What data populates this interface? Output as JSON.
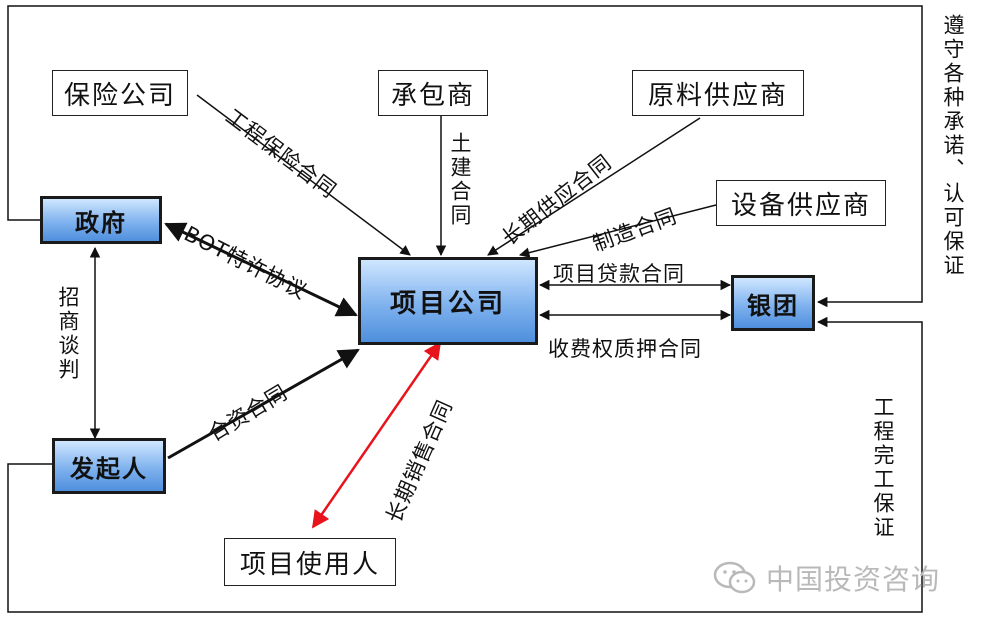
{
  "nodes": {
    "insurance": "保险公司",
    "contractor": "承包商",
    "raw_supplier": "原料供应商",
    "equipment_supplier": "设备供应商",
    "government": "政府",
    "project_company": "项目公司",
    "bank_group": "银团",
    "sponsor": "发起人",
    "project_user": "项目使用人"
  },
  "edges": {
    "engineering_insurance": "工程保险合同",
    "civil_construction": "土建合同",
    "long_term_supply": "长期供应合同",
    "manufacturing": "制造合同",
    "bot_concession": "BOT特许协议",
    "project_loan": "项目贷款合同",
    "toll_pledge": "收费权质押合同",
    "investment_negotiation": "招商谈判",
    "joint_venture": "合资合同",
    "long_term_sales": "长期销售合同",
    "commitments_guarantee": "遵守各种承诺、认可保证",
    "completion_guarantee": "工程完工保证"
  },
  "watermark": "中国投资咨询",
  "colors": {
    "box_fill_top": "#cfe6ff",
    "box_fill_bottom": "#4f8fdd",
    "line": "#111111",
    "sales_arrow": "#e8141b",
    "watermark": "#b9b9b9"
  }
}
